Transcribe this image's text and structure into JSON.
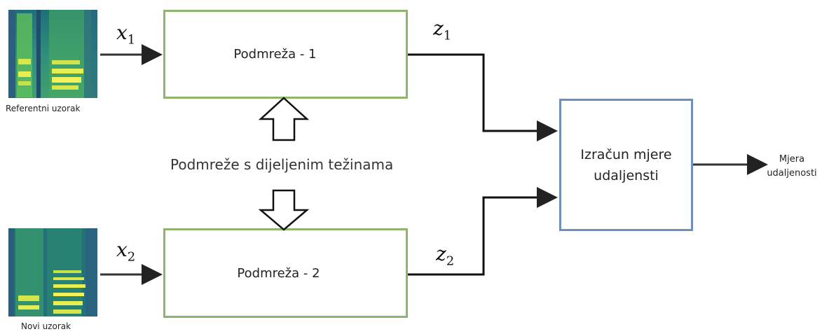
{
  "inputs": [
    {
      "symbol": "x",
      "subscript": "1",
      "caption": "Referentni uzorak"
    },
    {
      "symbol": "x",
      "subscript": "2",
      "caption": "Novi uzorak"
    }
  ],
  "subnetworks": [
    {
      "label": "Podmreža  - 1",
      "output_symbol": "z",
      "output_subscript": "1"
    },
    {
      "label": "Podmreža  - 2",
      "output_symbol": "z",
      "output_subscript": "2"
    }
  ],
  "shared_weights_label": "Podmreže s dijeljenim težinama",
  "distance_block": {
    "line1": "Izračun mjere",
    "line2": "udaljensti"
  },
  "output": {
    "line1": "Mjera",
    "line2": "udaljenosti"
  },
  "colors": {
    "subnetwork_border": "#8fb46b",
    "distance_border": "#6f8fbf",
    "arrows": "#222222"
  }
}
